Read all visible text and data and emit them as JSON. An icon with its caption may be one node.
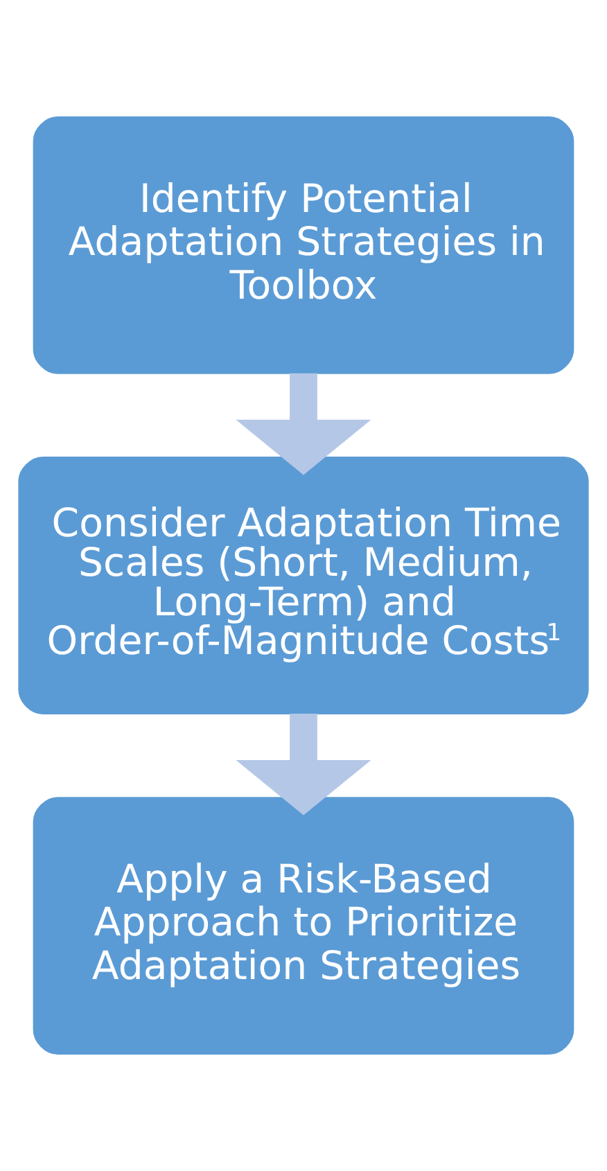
{
  "diagram": {
    "nodes": [
      {
        "text": [
          "Identify Potential Adaptation Strategies in Toolbox"
        ]
      },
      {
        "text": [
          "Consider Adaptation Time Scales (Short, Medium, Long-Term) and Order-of-Magnitude Costs$^{1}$"
        ]
      },
      {
        "text": [
          "Apply a Risk-Based Approach to Prioritize Adaptation Strategies"
        ]
      }
    ],
    "edges": [
      {
        "from": 0,
        "to": 1,
        "arrow": "to"
      },
      {
        "from": 1,
        "to": 2,
        "arrow": "to"
      }
    ]
  }
}
